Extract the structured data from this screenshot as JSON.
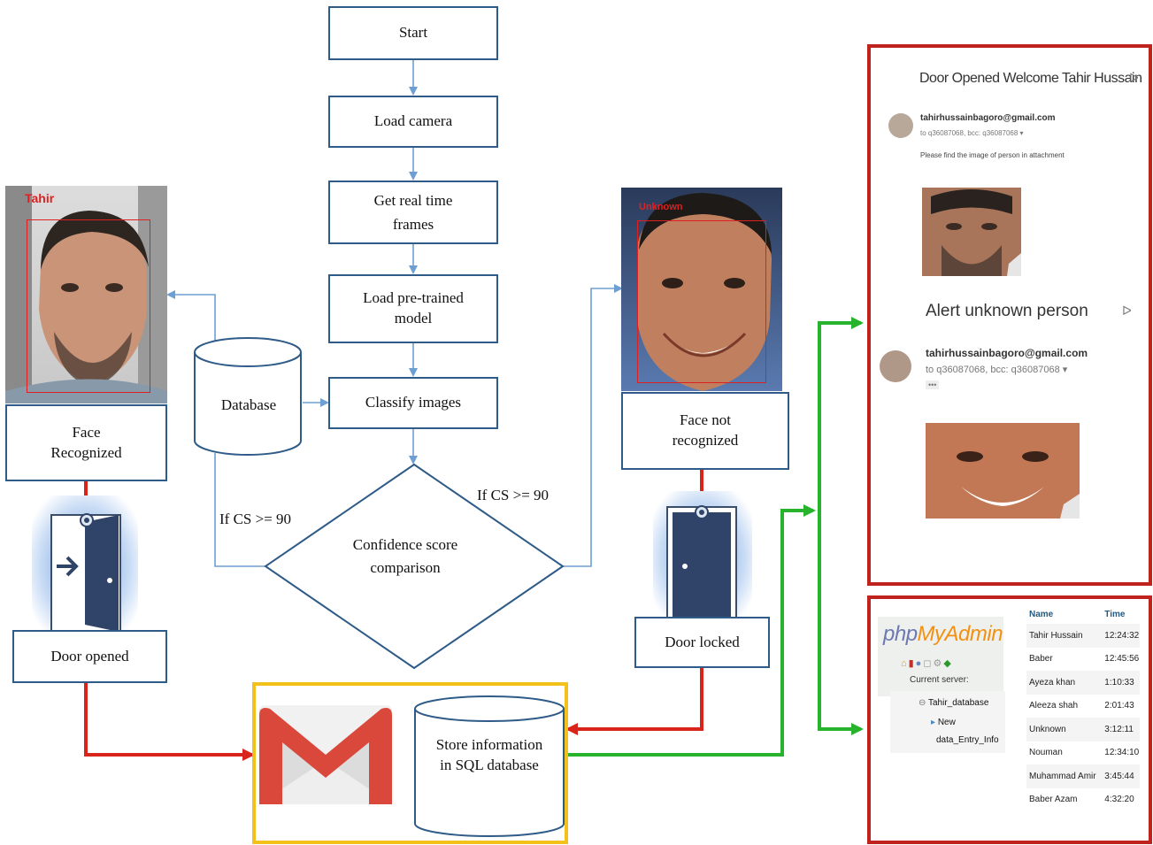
{
  "flow": {
    "start": "Start",
    "load_camera": "Load camera",
    "get_frames": "Get real time frames",
    "load_model": "Load pre-trained model",
    "classify": "Classify images",
    "database": "Database",
    "decision": "Confidence score comparison",
    "cond_left": "If CS >= 90",
    "cond_right": "If CS >= 90",
    "face_recognized": "Face Recognized",
    "face_not_recognized": "Face not recognized",
    "door_opened": "Door opened",
    "door_locked": "Door locked",
    "store": "Store information in SQL database",
    "known_tag": "Tahir",
    "unknown_tag": "Unknown"
  },
  "email": {
    "subject1": "Door Opened Welcome Tahir Hussain",
    "sender1": "tahirhussainbagoro@gmail.com",
    "to1": "to q36087068, bcc: q36087068 ▾",
    "body1": "Please find the image of person in attachment",
    "subject2": "Alert unknown person",
    "sender2": "tahirhussainbagoro@gmail.com",
    "to2": "to q36087068, bcc: q36087068 ▾",
    "more": "•••"
  },
  "phpmyadmin": {
    "logo_php": "php",
    "logo_myadmin": "MyAdmin",
    "current_server": "Current server:",
    "db_name": "Tahir_database",
    "new_item": "New",
    "table_name": "data_Entry_Info",
    "columns": [
      "Name",
      "Time"
    ],
    "rows": [
      [
        "Tahir Hussain",
        "12:24:32"
      ],
      [
        "Baber",
        "12:45:56"
      ],
      [
        "Ayeza khan",
        "1:10:33"
      ],
      [
        "Aleeza shah",
        "2:01:43"
      ],
      [
        "Unknown",
        "3:12:11"
      ],
      [
        "Nouman",
        "12:34:10"
      ],
      [
        "Muhammad Amir",
        "3:45:44"
      ],
      [
        "Baber Azam",
        "4:32:20"
      ]
    ]
  },
  "colors": {
    "box_border": "#2e5b87",
    "blue_arrow": "#6d9fd2",
    "red_arrow": "#d9241c",
    "green_arrow": "#27b32c",
    "gmail_frame": "#f2c21a",
    "panel_frame": "#c0231e"
  }
}
